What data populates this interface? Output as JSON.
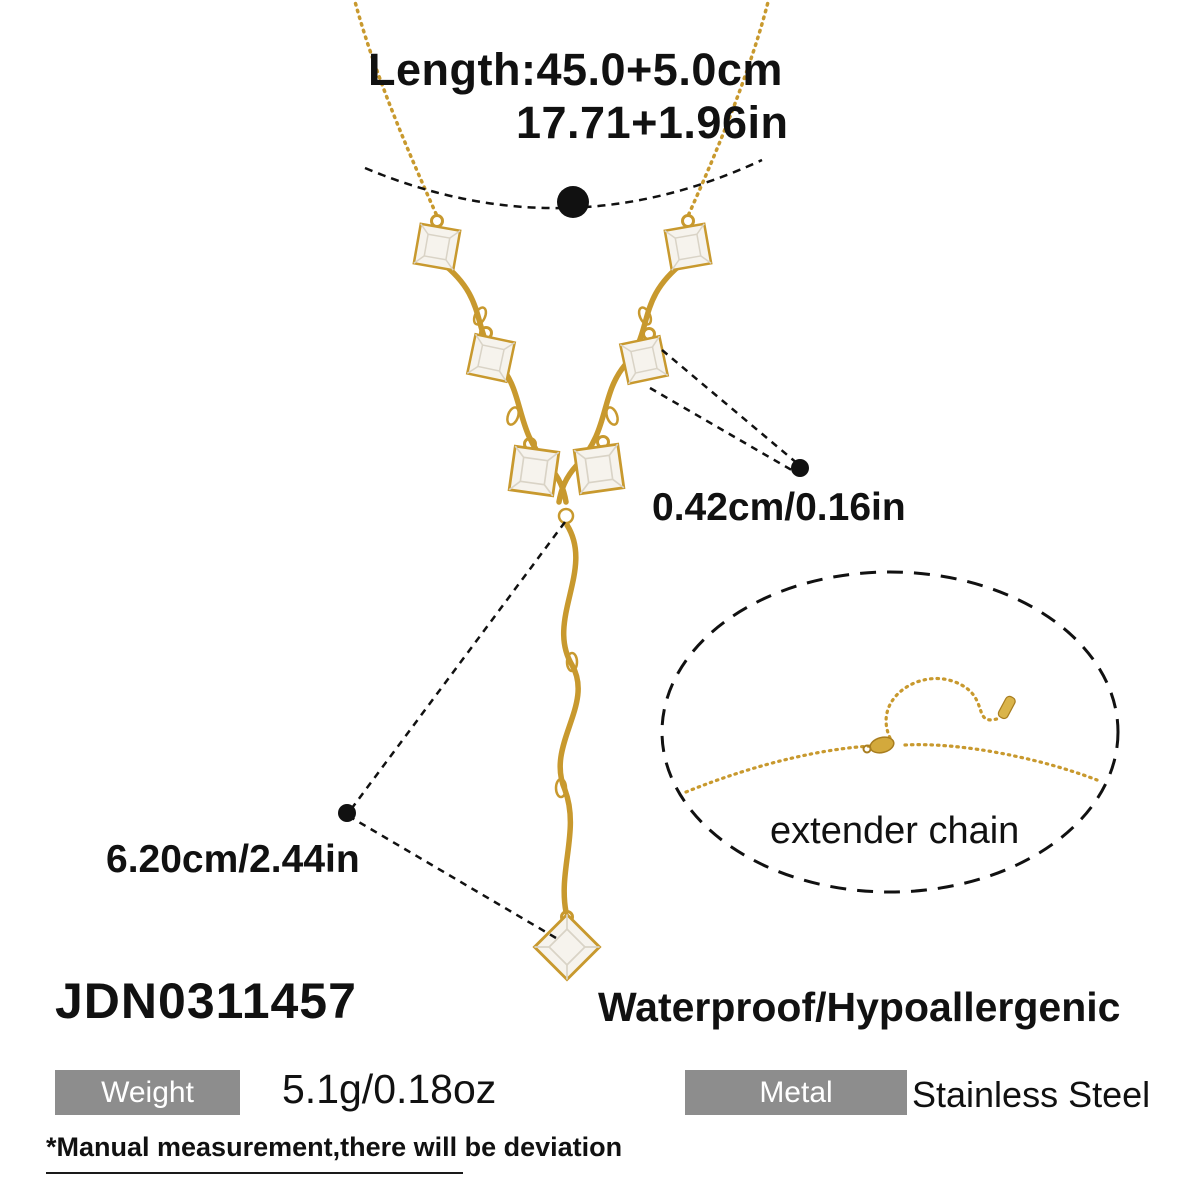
{
  "annotations": {
    "length_cm": "Length:45.0+5.0cm",
    "length_in": "17.71+1.96in",
    "charm_size": "0.42cm/0.16in",
    "drop_length": "6.20cm/2.44in",
    "extender_label": "extender chain"
  },
  "product": {
    "sku": "JDN0311457",
    "features": "Waterproof/Hypoallergenic",
    "specs": [
      {
        "label": "Weight",
        "value": "5.1g/0.18oz"
      },
      {
        "label": "Metal",
        "value": "Stainless Steel"
      }
    ],
    "footnote": "*Manual measurement,there will be deviation"
  },
  "colors": {
    "gold": "#c8992e",
    "gold_light": "#e7c25c",
    "gold_dark": "#a87d1f",
    "crystal": "#f6f3ed",
    "facet": "#d9d3c6",
    "annotation_black": "#111111",
    "spec_box_gray": "#8d8d8d"
  }
}
